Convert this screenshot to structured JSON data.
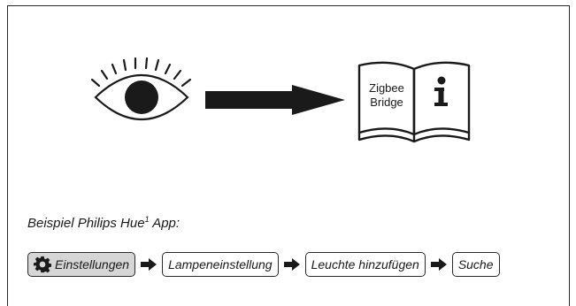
{
  "illustration": {
    "eye_icon": "eye-icon",
    "arrow_icon": "arrow-right-icon",
    "manual_icon": "manual-book-icon",
    "book_label_line1": "Zigbee",
    "book_label_line2": "Bridge",
    "info_icon": "info-icon"
  },
  "caption": {
    "text": "Beispiel Philips Hue",
    "superscript": "1",
    "suffix": " App:"
  },
  "steps": [
    {
      "label": "Einstellungen",
      "icon": "gear-icon",
      "active": true
    },
    {
      "label": "Lampeneinstellung",
      "active": false
    },
    {
      "label": "Leuchte hinzufügen",
      "active": false
    },
    {
      "label": "Suche",
      "active": false
    }
  ],
  "colors": {
    "active_step_bg": "#d6d6d6",
    "ink": "#1a1a1a"
  }
}
